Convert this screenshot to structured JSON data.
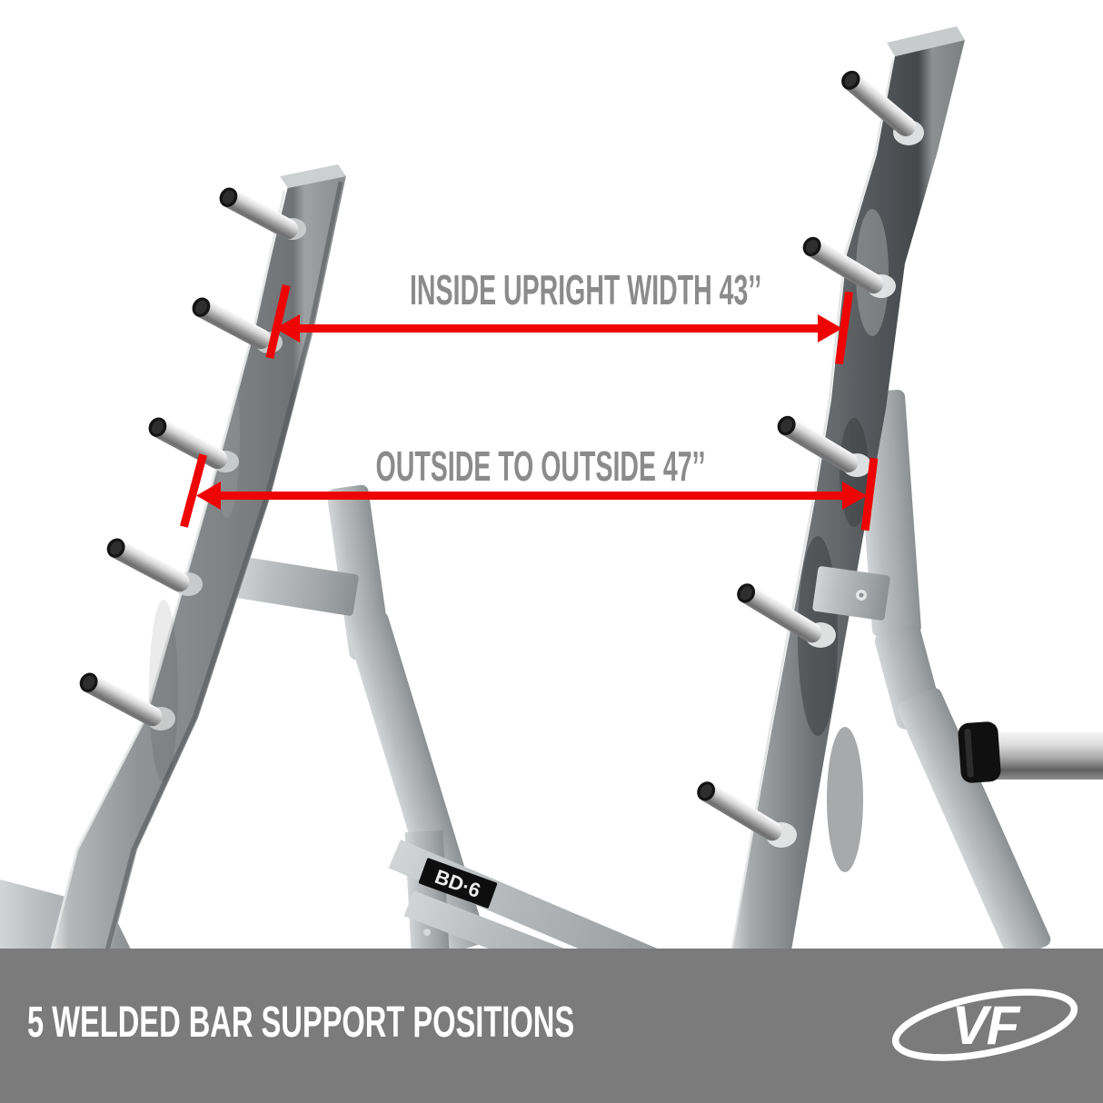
{
  "annotations": {
    "dim1_label": "INSIDE UPRIGHT WIDTH 43’’",
    "dim2_label": "OUTSIDE TO OUTSIDE 47’’",
    "arrow_color": "#ee0404",
    "label_color": "#8b8b8b"
  },
  "banner": {
    "caption": "5 WELDED BAR SUPPORT POSITIONS",
    "background": "#7b7b7b",
    "text_color": "#ffffff"
  },
  "logo": {
    "monogram": "VF"
  },
  "equipment": {
    "model_label": "BD·6"
  }
}
